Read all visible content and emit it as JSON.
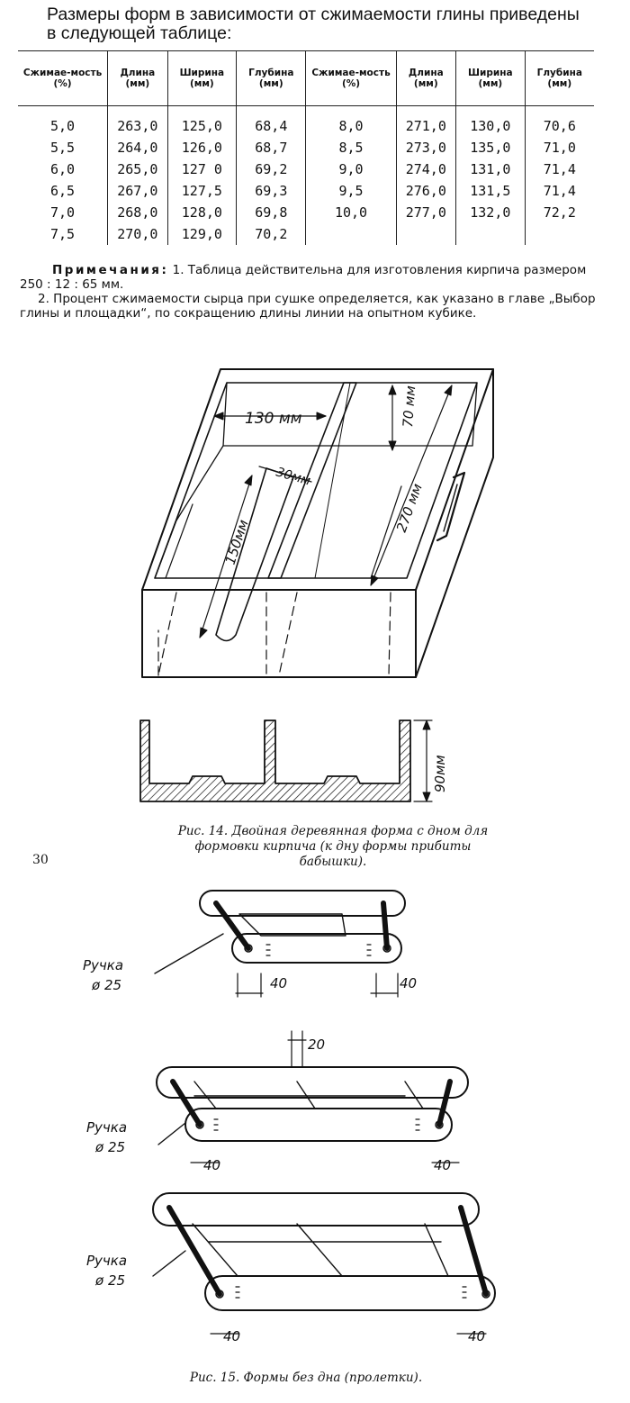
{
  "intro": "Размеры форм в зависимости от сжимаемости глины приведены в следующей таблице:",
  "table": {
    "headers": [
      "Сжимае-мость (%)",
      "Длина (мм)",
      "Ширина (мм)",
      "Глубина (мм)",
      "Сжимае-мость (%)",
      "Длина (мм)",
      "Ширина (мм)",
      "Глубина (мм)"
    ],
    "rows": [
      [
        "5,0",
        "263,0",
        "125,0",
        "68,4",
        "8,0",
        "271,0",
        "130,0",
        "70,6"
      ],
      [
        "5,5",
        "264,0",
        "126,0",
        "68,7",
        "8,5",
        "273,0",
        "135,0",
        "71,0"
      ],
      [
        "6,0",
        "265,0",
        "127 0",
        "69,2",
        "9,0",
        "274,0",
        "131,0",
        "71,4"
      ],
      [
        "6,5",
        "267,0",
        "127,5",
        "69,3",
        "9,5",
        "276,0",
        "131,5",
        "71,4"
      ],
      [
        "7,0",
        "268,0",
        "128,0",
        "69,8",
        "10,0",
        "277,0",
        "132,0",
        "72,2"
      ],
      [
        "7,5",
        "270,0",
        "129,0",
        "70,2",
        "",
        "",
        "",
        ""
      ]
    ]
  },
  "notes": {
    "label": "Примечания:",
    "note1": " 1. Таблица действительна для изготовления кирпича размером 250 : 12 : 65 мм.",
    "note2": "2. Процент сжимаемости сырца при сушке определяется, как указано в главе „Выбор глины и площадки“, по сокращению длины линии на опытном кубике."
  },
  "fig14": {
    "dims": {
      "width": "130 мм",
      "depth": "70 мм",
      "length": "270 мм",
      "slot_width": "30мм",
      "slot_length": "150мм",
      "section_height": "90мм"
    },
    "caption": "Рис. 14. Двойная деревянная форма с дном для формовки кирпича (к дну формы прибиты бабышки)."
  },
  "page_number": "30",
  "fig15": {
    "handle": "Ручка",
    "diameter": "ø 25",
    "dim40": "40",
    "dim20": "20",
    "caption": "Рис. 15. Формы без дна (пролетки)."
  }
}
